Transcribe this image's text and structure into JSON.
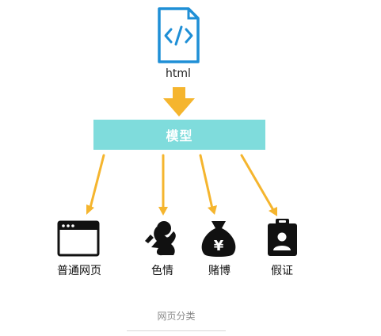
{
  "source": {
    "label": "html",
    "icon": "html-file-icon"
  },
  "model": {
    "label": "模型"
  },
  "categories": [
    {
      "label": "普通网页",
      "icon": "browser-window-icon"
    },
    {
      "label": "色情",
      "icon": "silhouette-icon"
    },
    {
      "label": "赌博",
      "icon": "money-bag-yen-icon"
    },
    {
      "label": "假证",
      "icon": "id-badge-icon"
    }
  ],
  "caption": "网页分类",
  "colors": {
    "arrow": "#f5b52e",
    "model_box": "#7fdcdc",
    "file_icon": "#1f8fd6"
  }
}
